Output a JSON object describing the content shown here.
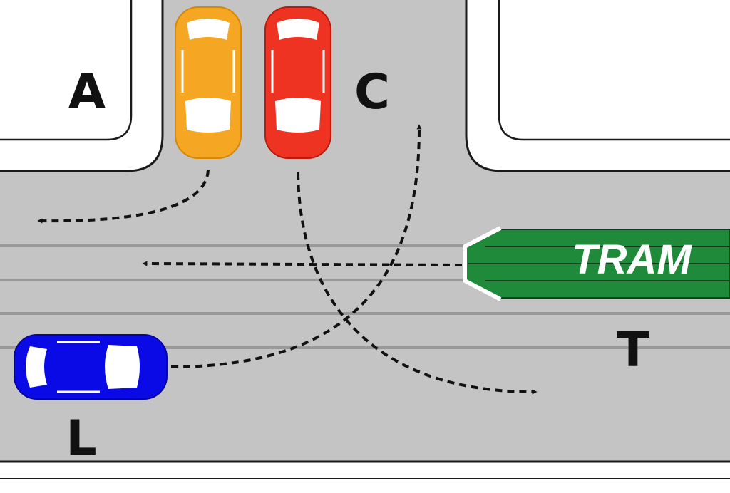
{
  "labels": {
    "car_a": "A",
    "car_c": "C",
    "car_l": "L",
    "tram_t": "T",
    "tram_text": "TRAM"
  },
  "colors": {
    "road": "#c4c4c4",
    "kerb": "#1a1a1a",
    "car_a": "#f5a623",
    "car_c": "#ee3322",
    "car_l": "#0a0ae6",
    "tram": "#1f8a3a",
    "path": "#111111"
  }
}
